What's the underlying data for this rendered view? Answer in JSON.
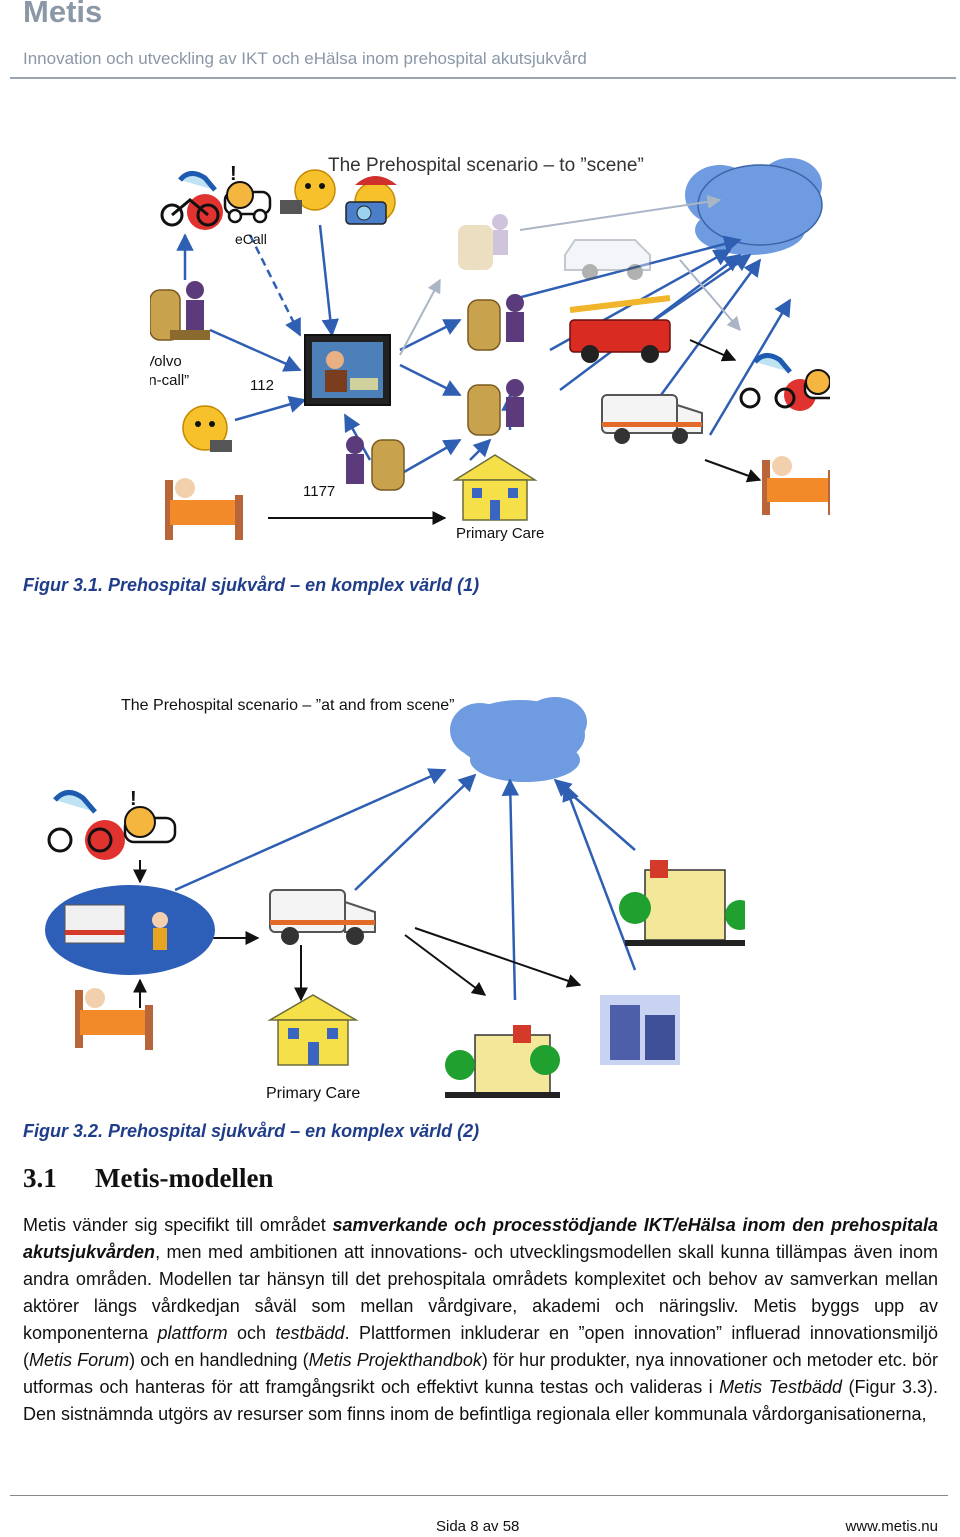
{
  "header": {
    "title": "Metis",
    "subtitle": "Innovation och utveckling av IKT och eHälsa inom prehospital akutsjukvård"
  },
  "figure1": {
    "heading": "The Prehospital scenario – to ”scene”",
    "labels": {
      "ecall": "eCall",
      "volvo": "Volvo",
      "oncall": "”on-call”",
      "n112": "112",
      "n1177": "1177",
      "primary_care": "Primary Care"
    },
    "caption": "Figur 3.1. Prehospital sjukvård – en komplex värld (1)"
  },
  "figure2": {
    "heading": "The Prehospital scenario – ”at and from scene”",
    "labels": {
      "primary_care": "Primary Care"
    },
    "caption": "Figur 3.2. Prehospital sjukvård – en komplex värld (2)"
  },
  "section": {
    "number": "3.1",
    "title": "Metis-modellen"
  },
  "paragraph": {
    "p1": "Metis vänder sig specifikt till området ",
    "p1_em": "samverkande och processtödjande IKT/eHälsa inom den prehospitala akutsjukvården",
    "p2": ", men med ambitionen att innovations- och utvecklingsmodellen skall kunna tillämpas även inom andra områden. Modellen tar hänsyn till det prehospitala områdets komplexitet och behov av samverkan mellan aktörer längs vårdkedjan såväl som mellan vårdgivare, akademi och näringsliv. Metis byggs upp av komponenterna ",
    "p2_em1": "plattform",
    "p3": " och ",
    "p3_em": "testbädd",
    "p4": ". Plattformen inkluderar en ”open innovation” influerad innovationsmiljö (",
    "p4_em": "Metis Forum",
    "p5": ") och en handledning (",
    "p5_em": "Metis Projekthandbok",
    "p6": ") för hur produkter, nya innovationer och metoder etc. bör utformas och hanteras för att framgångsrikt och effektivt kunna testas och valideras i ",
    "p6_em": "Metis Testbädd",
    "p7": " (Figur 3.3). Den sistnämnda utgörs av resurser som finns inom de befintliga regionala eller kommunala vårdorganisationerna,"
  },
  "footer": {
    "page": "Sida 8 av 58",
    "website": "www.metis.nu"
  },
  "colors": {
    "header_gray": "#8a97a6",
    "caption_blue": "#1f3d8a",
    "arrow_blue": "#2f5fb3",
    "cloud_blue": "#6f9be0"
  }
}
